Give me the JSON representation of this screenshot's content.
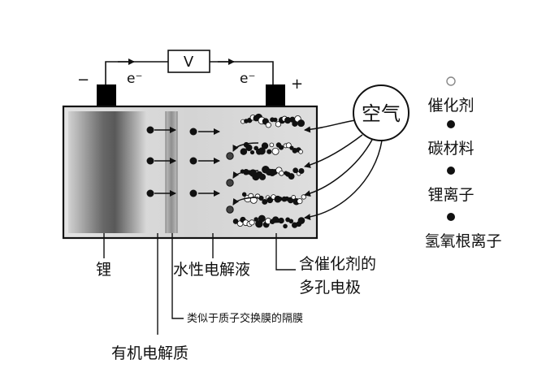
{
  "circuit": {
    "meter": "V",
    "electron_left": "e⁻",
    "electron_right": "e⁻",
    "minus": "−",
    "plus": "+"
  },
  "air": "空气",
  "labels": {
    "lithium": "锂",
    "aqueous_electrolyte": "水性电解液",
    "porous_electrode_line1": "含催化剂的",
    "porous_electrode_line2": "多孔电极",
    "membrane": "类似于质子交换膜的隔膜",
    "organic_electrolyte": "有机电解质"
  },
  "legend": [
    {
      "label": "催化剂",
      "marker": "hollow-dot"
    },
    {
      "label": "碳材料",
      "marker": "filled-dot"
    },
    {
      "label": "锂离子",
      "marker": "filled-dot"
    },
    {
      "label": "氢氧根离子",
      "marker": "filled-dot"
    }
  ],
  "colors": {
    "ink": "#111111",
    "cell_bg": "#dcdcdc"
  }
}
